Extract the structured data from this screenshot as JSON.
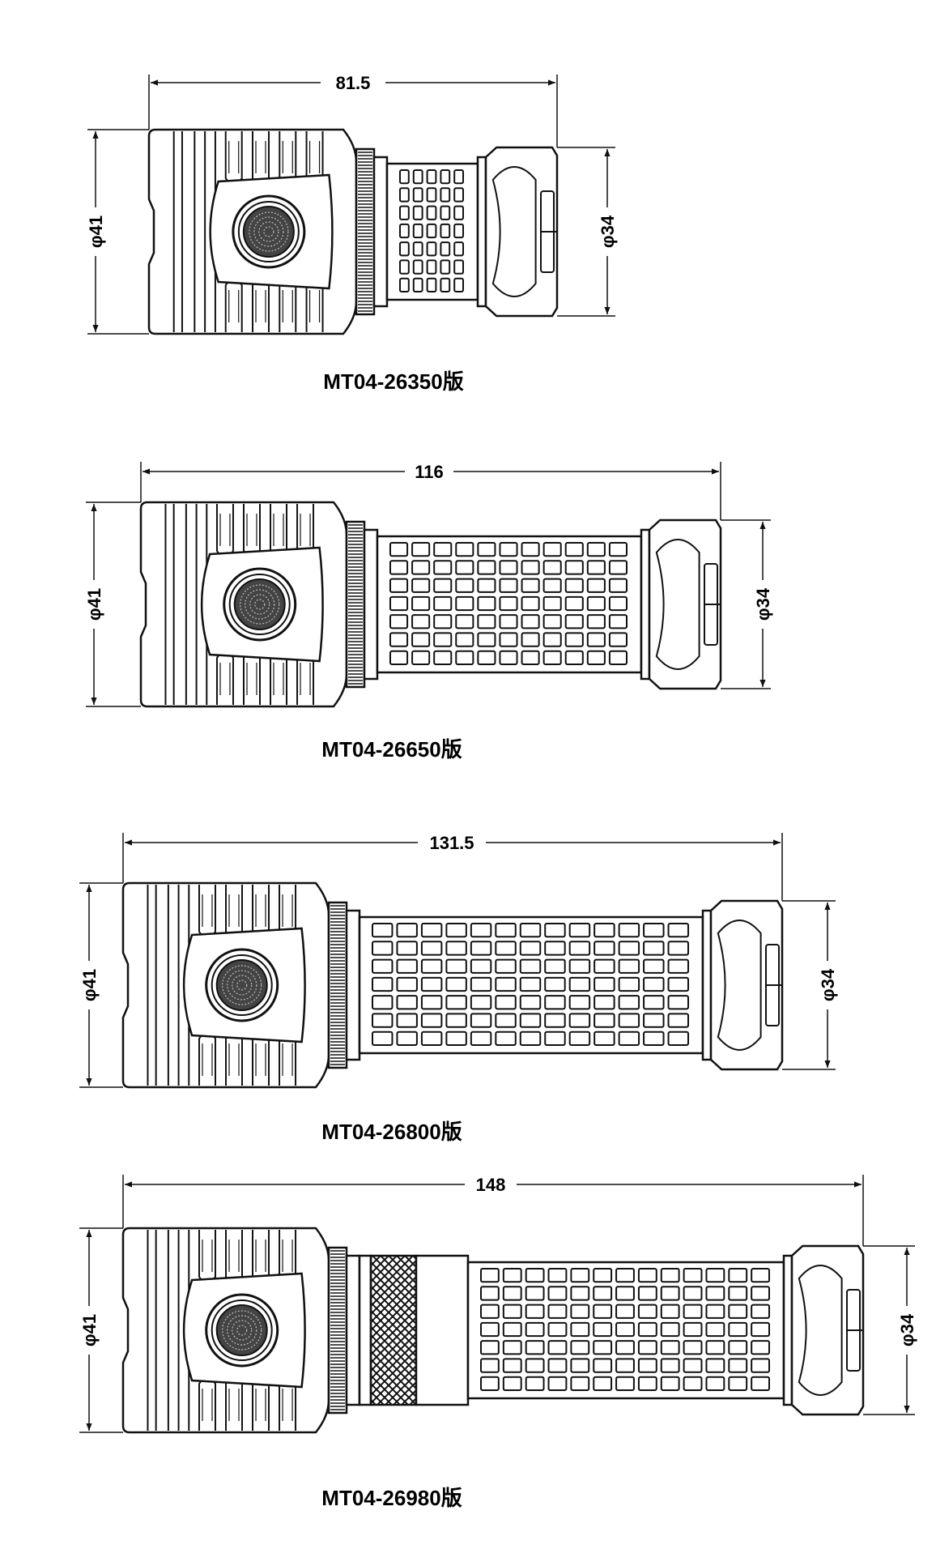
{
  "colors": {
    "ink": "#111111",
    "paper": "#ffffff"
  },
  "drawings": [
    {
      "length_label": "81.5",
      "head_diameter_label": "φ41",
      "tail_diameter_label": "φ34",
      "model_label": "MT04-26350版",
      "length_mm": 81.5,
      "tube_grid_columns": 5
    },
    {
      "length_label": "116",
      "head_diameter_label": "φ41",
      "tail_diameter_label": "φ34",
      "model_label": "MT04-26650版",
      "length_mm": 116,
      "tube_grid_columns": 11
    },
    {
      "length_label": "131.5",
      "head_diameter_label": "φ41",
      "tail_diameter_label": "φ34",
      "model_label": "MT04-26800版",
      "length_mm": 131.5,
      "tube_grid_columns": 13
    },
    {
      "length_label": "148",
      "head_diameter_label": "φ41",
      "tail_diameter_label": "φ34",
      "model_label": "MT04-26980版",
      "length_mm": 148,
      "tube_grid_columns": 13,
      "has_knurled_sleeve": true
    }
  ]
}
